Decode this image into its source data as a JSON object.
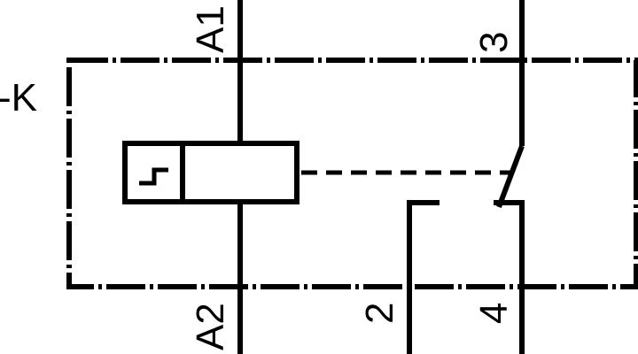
{
  "device_tag": "-K",
  "terminals": {
    "a1": "A1",
    "a2": "A2",
    "contact_3": "3",
    "contact_2": "2",
    "contact_4": "4"
  },
  "colors": {
    "line": "#000000",
    "background": "#ffffff"
  },
  "icons": {
    "coil_function": "timer-step-symbol"
  }
}
